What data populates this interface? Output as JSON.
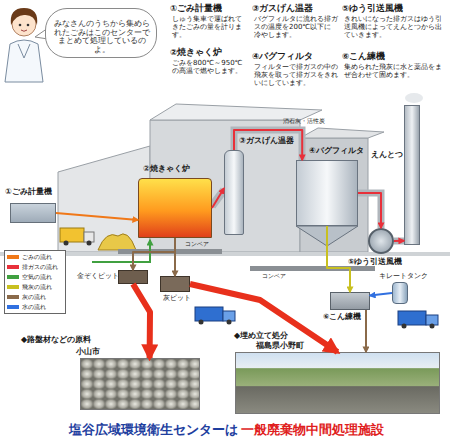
{
  "diagram": {
    "nodes": [
      {
        "text": [
          "みなさんのうちから集められたごみはこのセンターでまとめて処理しているのよ。"
        ]
      },
      {
        "text": [
          "①ごみ計量機"
        ]
      },
      {
        "text": [
          "②焼きゃく炉"
        ]
      },
      {
        "text": [
          "③ガスげん温器"
        ]
      },
      {
        "text": [
          "④バグフィルタ"
        ]
      },
      {
        "text": [
          "⑤ゆう引送風機"
        ]
      },
      {
        "text": [
          "えんとつ"
        ]
      },
      {
        "text": [
          "金ぞくピット"
        ]
      },
      {
        "text": [
          "灰ピット"
        ]
      },
      {
        "text": [
          "キレートタンク"
        ]
      },
      {
        "text": [
          "⑥こん練機"
        ]
      },
      {
        "text": [
          "◆路盤材などの原料",
          "小山市"
        ]
      },
      {
        "text": [
          "◆埋め立て処分",
          "福島県小野町"
        ]
      }
    ],
    "edges": [
      {
        "from": 1,
        "to": 2,
        "arrow": "to"
      },
      {
        "from": 2,
        "to": 3,
        "arrow": "to"
      },
      {
        "from": 3,
        "to": 4,
        "arrow": "to"
      },
      {
        "from": 4,
        "to": 5,
        "arrow": "to"
      },
      {
        "from": 5,
        "to": 6,
        "arrow": "to"
      },
      {
        "from": 2,
        "to": 7,
        "arrow": "to"
      },
      {
        "from": 2,
        "to": 8,
        "arrow": "to"
      },
      {
        "from": 4,
        "to": 10,
        "arrow": "to"
      },
      {
        "from": 9,
        "to": 10,
        "arrow": "to"
      },
      {
        "from": 7,
        "to": 11,
        "arrow": "to"
      },
      {
        "from": 8,
        "to": 12,
        "arrow": "to"
      },
      {
        "from": 10,
        "to": 12,
        "arrow": "to"
      }
    ],
    "labels": [
      "①ごみ計量機",
      "しゅう集車で運ばれてきたごみの量を計ります。",
      "②焼きゃく炉",
      "ごみを800℃～950℃の高温で燃やします。",
      "③ガスげん温器",
      "バグフィルタに流れる排ガスの温度を200℃以下に冷やします。",
      "④バグフィルタ",
      "フィルターで排ガスの中の飛灰を取って排ガスをきれいにしています。",
      "⑤ゆう引送風機",
      "きれいになった排ガスはゆう引送風機によってえんとつから出ていきます。",
      "⑥こん練機",
      "集められた飛灰に水と薬品をまぜ合わせて固めます。",
      "消石灰・活性炭",
      "コンベア",
      "コンベア",
      "塩谷広域環境衛生センターは",
      "一般廃棄物中間処理施設"
    ],
    "legend": [
      {
        "text": "ごみの流れ",
        "color": "#f07818"
      },
      {
        "text": "排ガスの流れ",
        "color": "#e8303a"
      },
      {
        "text": "空気の流れ",
        "color": "#40a040"
      },
      {
        "text": "飛灰の流れ",
        "color": "#c8c020"
      },
      {
        "text": "灰の流れ",
        "color": "#8a6a4a"
      },
      {
        "text": "水の流れ",
        "color": "#3070e0"
      }
    ]
  }
}
